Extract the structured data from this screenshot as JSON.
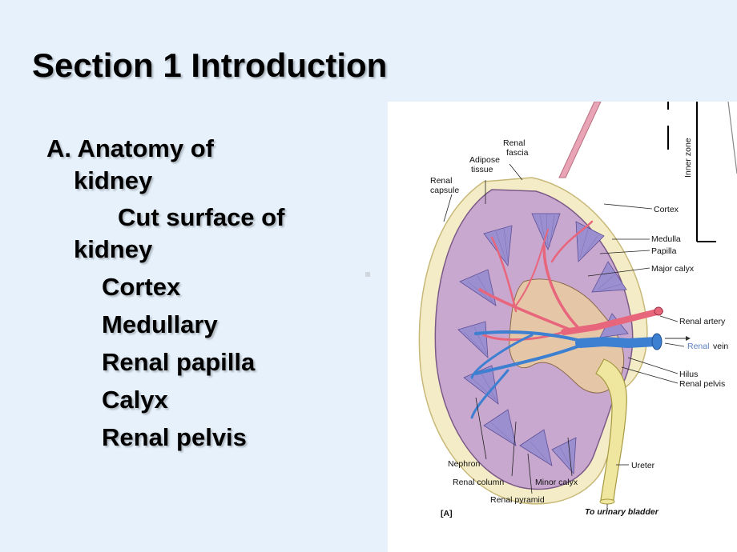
{
  "slide": {
    "title": "Section 1 Introduction",
    "bullets": [
      "A.  Anatomy of",
      "kidney",
      "Cut surface of",
      "kidney",
      "Cortex",
      "Medullary",
      "Renal papilla",
      "Calyx",
      "Renal pelvis"
    ]
  },
  "figure": {
    "labels": {
      "renal_fascia": [
        "Renal",
        "fascia"
      ],
      "adipose_tissue": [
        "Adipose",
        "tissue"
      ],
      "renal_capsule": [
        "Renal",
        "capsule"
      ],
      "cortex": "Cortex",
      "medulla": "Medulla",
      "papilla": "Papilla",
      "major_calyx": "Major calyx",
      "renal_artery": "Renal artery",
      "renal_vein_prefix": "Renal",
      "renal_vein_suffix": "vein",
      "hilus": "Hilus",
      "renal_pelvis": "Renal pelvis",
      "nephron": "Nephron",
      "renal_column": "Renal column",
      "minor_calyx": "Minor calyx",
      "renal_pyramid": "Renal pyramid",
      "ureter": "Ureter",
      "to_urinary_bladder": "To urinary bladder",
      "panel": "[A]",
      "inner_zone": "Inner zone"
    },
    "colors": {
      "cortex": "#c9a8cf",
      "medulla": "#9b8fd0",
      "fat": "#f3ecc6",
      "artery": "#e8667c",
      "vein": "#3d7fd0",
      "ureter": "#efe6a0",
      "pelvis": "#e5c7a8"
    }
  }
}
